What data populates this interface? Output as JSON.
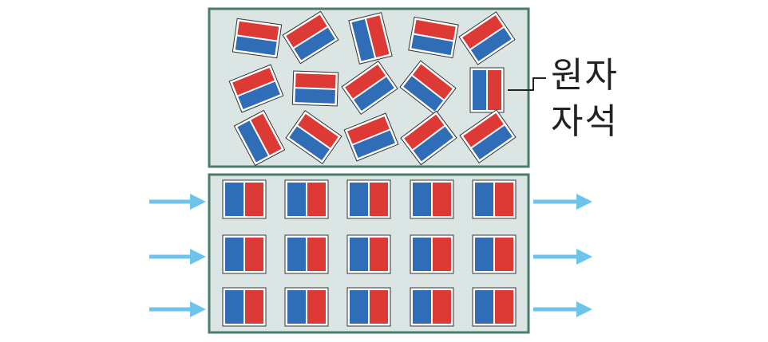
{
  "label": {
    "line1": "원자",
    "line2": "자석"
  },
  "colors": {
    "panel_fill": "#dbe5e4",
    "panel_border": "#4d7a6e",
    "magnet_red": "#dd3a36",
    "magnet_blue": "#2f6db6",
    "arrow": "#6cc4ec",
    "leader": "#222222"
  },
  "top_panel": {
    "state": "random",
    "magnets": [
      {
        "rotation": 8
      },
      {
        "rotation": -32
      },
      {
        "rotation": 76
      },
      {
        "rotation": 10
      },
      {
        "rotation": -34
      },
      {
        "rotation": -22
      },
      {
        "rotation": 2
      },
      {
        "rotation": -35
      },
      {
        "rotation": 38
      },
      {
        "rotation": 90
      },
      {
        "rotation": 62
      },
      {
        "rotation": 35
      },
      {
        "rotation": -22
      },
      {
        "rotation": -37
      },
      {
        "rotation": -35
      }
    ]
  },
  "bottom_panel": {
    "state": "aligned",
    "rows": 3,
    "cols": 5,
    "rotation": 90
  },
  "field_arrows": {
    "left_count": 3,
    "right_count": 3,
    "direction": "right"
  }
}
